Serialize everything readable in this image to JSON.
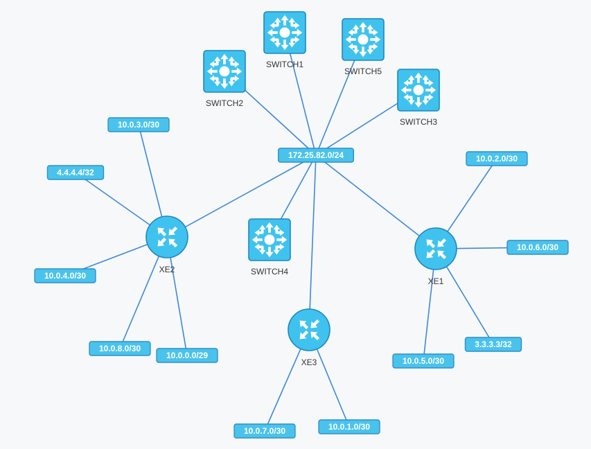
{
  "colors": {
    "background": "#f6f8fa",
    "link": "#3f88d8",
    "node_fill": "#3fc3ee",
    "node_stroke": "#1f86c2",
    "label_text": "#ffffff",
    "device_text": "#333333"
  },
  "nodes": [
    {
      "id": "net-172",
      "type": "network",
      "label": "172.25.82.0/24",
      "icon": "network-label"
    },
    {
      "id": "sw1",
      "type": "switch",
      "label": "SWITCH1",
      "icon": "switch-icon"
    },
    {
      "id": "sw5",
      "type": "switch",
      "label": "SWITCH5",
      "icon": "switch-icon"
    },
    {
      "id": "sw2",
      "type": "switch",
      "label": "SWITCH2",
      "icon": "switch-icon"
    },
    {
      "id": "sw3",
      "type": "switch",
      "label": "SWITCH3",
      "icon": "switch-icon"
    },
    {
      "id": "sw4",
      "type": "switch",
      "label": "SWITCH4",
      "icon": "switch-icon"
    },
    {
      "id": "xe2",
      "type": "router",
      "label": "XE2",
      "icon": "router-icon"
    },
    {
      "id": "xe1",
      "type": "router",
      "label": "XE1",
      "icon": "router-icon"
    },
    {
      "id": "xe3",
      "type": "router",
      "label": "XE3",
      "icon": "router-icon"
    },
    {
      "id": "n1003",
      "type": "network",
      "label": "10.0.3.0/30",
      "icon": "network-label"
    },
    {
      "id": "n4444",
      "type": "network",
      "label": "4.4.4.4/32",
      "icon": "network-label"
    },
    {
      "id": "n1004",
      "type": "network",
      "label": "10.0.4.0/30",
      "icon": "network-label"
    },
    {
      "id": "n1008",
      "type": "network",
      "label": "10.0.8.0/30",
      "icon": "network-label"
    },
    {
      "id": "n1000",
      "type": "network",
      "label": "10.0.0.0/29",
      "icon": "network-label"
    },
    {
      "id": "n1002",
      "type": "network",
      "label": "10.0.2.0/30",
      "icon": "network-label"
    },
    {
      "id": "n1006",
      "type": "network",
      "label": "10.0.6.0/30",
      "icon": "network-label"
    },
    {
      "id": "n3333",
      "type": "network",
      "label": "3.3.3.3/32",
      "icon": "network-label"
    },
    {
      "id": "n1005",
      "type": "network",
      "label": "10.0.5.0/30",
      "icon": "network-label"
    },
    {
      "id": "n1007",
      "type": "network",
      "label": "10.0.7.0/30",
      "icon": "network-label"
    },
    {
      "id": "n1001",
      "type": "network",
      "label": "10.0.1.0/30",
      "icon": "network-label"
    }
  ],
  "links": [
    [
      "net-172",
      "sw1"
    ],
    [
      "net-172",
      "sw5"
    ],
    [
      "net-172",
      "sw2"
    ],
    [
      "net-172",
      "sw3"
    ],
    [
      "net-172",
      "sw4"
    ],
    [
      "net-172",
      "xe2"
    ],
    [
      "net-172",
      "xe1"
    ],
    [
      "net-172",
      "xe3"
    ],
    [
      "xe2",
      "n1003"
    ],
    [
      "xe2",
      "n4444"
    ],
    [
      "xe2",
      "n1004"
    ],
    [
      "xe2",
      "n1008"
    ],
    [
      "xe2",
      "n1000"
    ],
    [
      "xe1",
      "n1002"
    ],
    [
      "xe1",
      "n1006"
    ],
    [
      "xe1",
      "n3333"
    ],
    [
      "xe1",
      "n1005"
    ],
    [
      "xe3",
      "n1007"
    ],
    [
      "xe3",
      "n1001"
    ]
  ]
}
